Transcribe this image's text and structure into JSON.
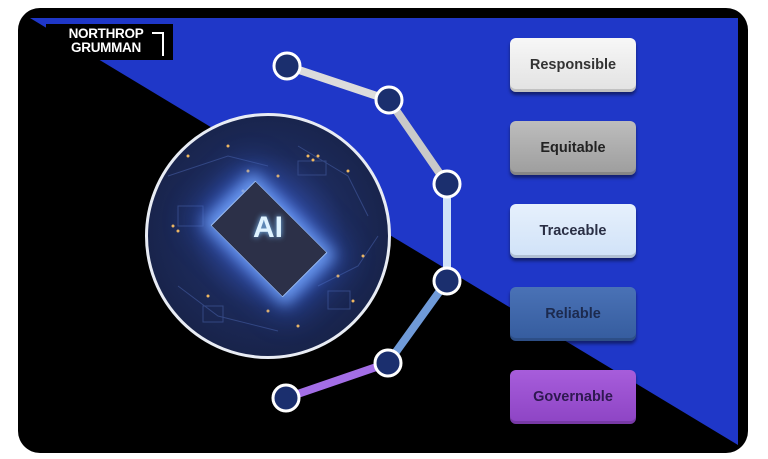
{
  "brand": {
    "logo_text_line1": "NORTHROP",
    "logo_text_line2": "GRUMMAN"
  },
  "center": {
    "label": "AI",
    "image_description": "glowing AI processor chip on circuit board"
  },
  "principles": [
    {
      "label": "Responsible",
      "bg": "#eeeeee",
      "text_color": "#333333",
      "line_color": "#dcdcdc"
    },
    {
      "label": "Equitable",
      "bg": "#a8a8a8",
      "text_color": "#222222",
      "line_color": "#c9c9c9"
    },
    {
      "label": "Traceable",
      "bg": "#dbe9fb",
      "text_color": "#2a2f45",
      "line_color": "#cfe2f8"
    },
    {
      "label": "Reliable",
      "bg": "#3f66a8",
      "text_color": "#1c2a4e",
      "line_color": "#6f9ad8"
    },
    {
      "label": "Governable",
      "bg": "#9a4fd0",
      "text_color": "#2e1850",
      "line_color": "#a36ee6"
    }
  ],
  "colors": {
    "frame": "#000000",
    "blue_triangle": "#1f37c8",
    "node_fill": "#1b2f6e",
    "node_ring": "#ffffff"
  }
}
